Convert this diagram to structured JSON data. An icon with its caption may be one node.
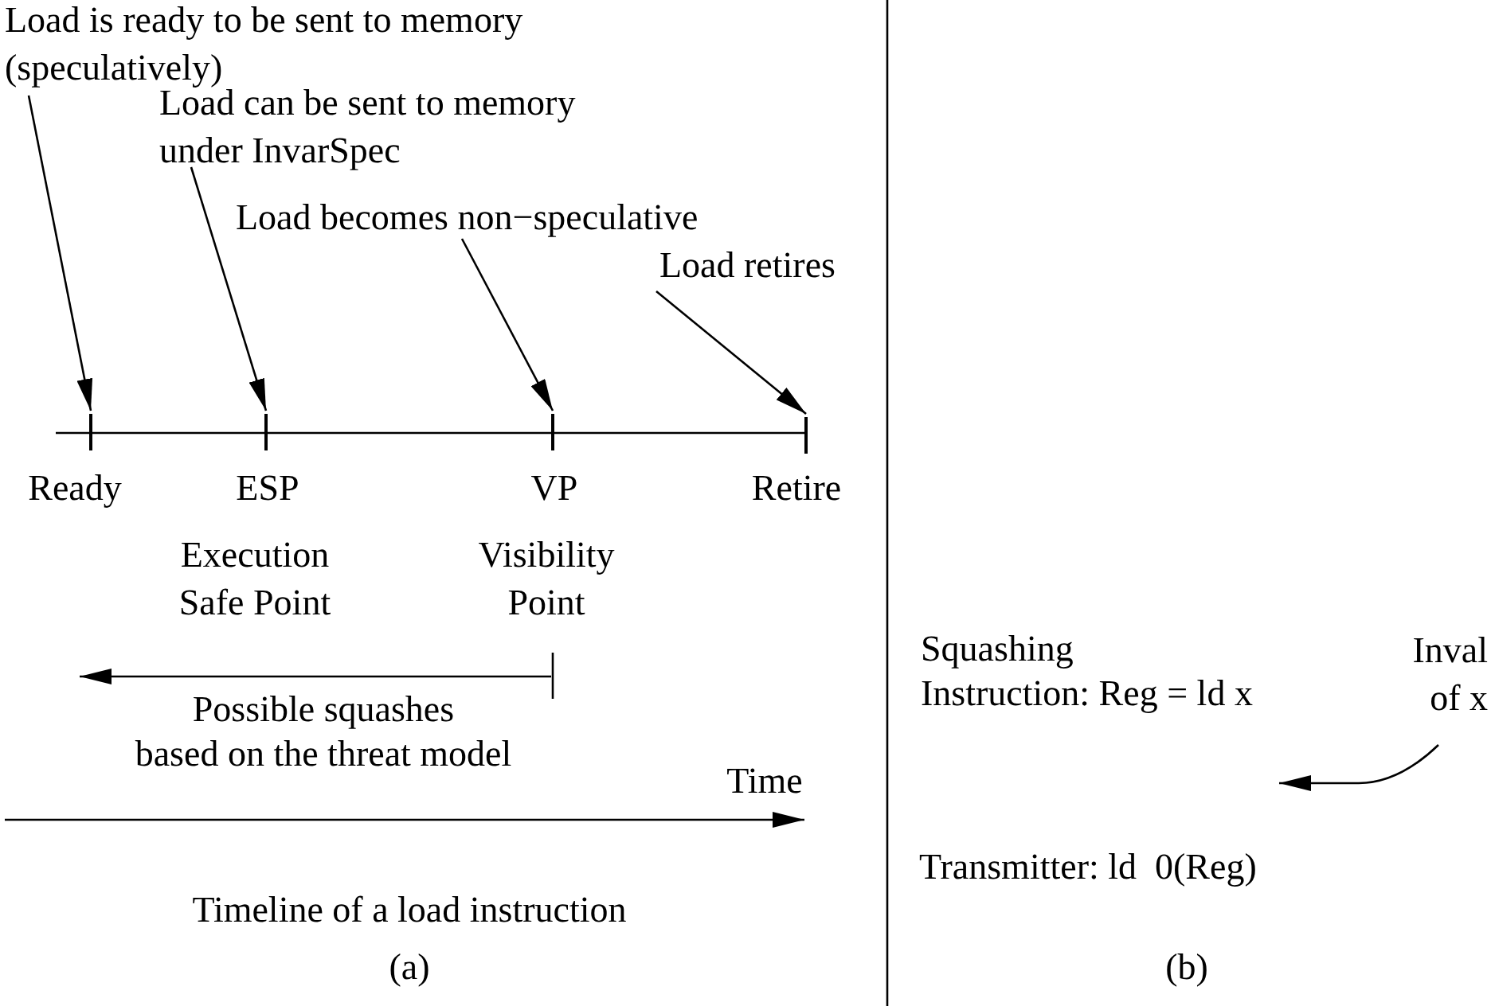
{
  "diagram": {
    "nodes": [
      {
        "text": [
          "Load is ready to be sent to memory (speculatively)"
        ]
      },
      {
        "text": [
          "Load can be sent to memory under InvarSpec"
        ]
      },
      {
        "text": [
          "Load becomes non−speculative"
        ]
      },
      {
        "text": [
          "Load retires"
        ]
      },
      {
        "text": [],
        "shape": "bar",
        "beside": [
          "Ready"
        ]
      },
      {
        "text": [],
        "shape": "bar",
        "beside": [
          "ESP",
          "Execution Safe Point"
        ]
      },
      {
        "text": [],
        "shape": "bar",
        "beside": [
          "VP",
          "Visibility Point"
        ]
      },
      {
        "text": [],
        "shape": "bar",
        "beside": [
          "Retire"
        ]
      },
      {
        "text": [
          "Inval of x"
        ]
      }
    ],
    "edges": [
      {
        "from": 0,
        "to": 4,
        "arrow": "to"
      },
      {
        "from": 1,
        "to": 5,
        "arrow": "to"
      },
      {
        "from": 2,
        "to": 6,
        "arrow": "to"
      },
      {
        "from": 3,
        "to": 7,
        "arrow": "to"
      },
      {
        "from": 8,
        "to": null,
        "arrow": "to"
      }
    ],
    "labels": [
      "Possible squashes based on the threat model",
      "Time",
      "Timeline of a load instruction",
      "(a)",
      "Squashing Instruction: Reg = ld x",
      "Transmitter: ld  0(Reg)",
      "(b)"
    ]
  }
}
